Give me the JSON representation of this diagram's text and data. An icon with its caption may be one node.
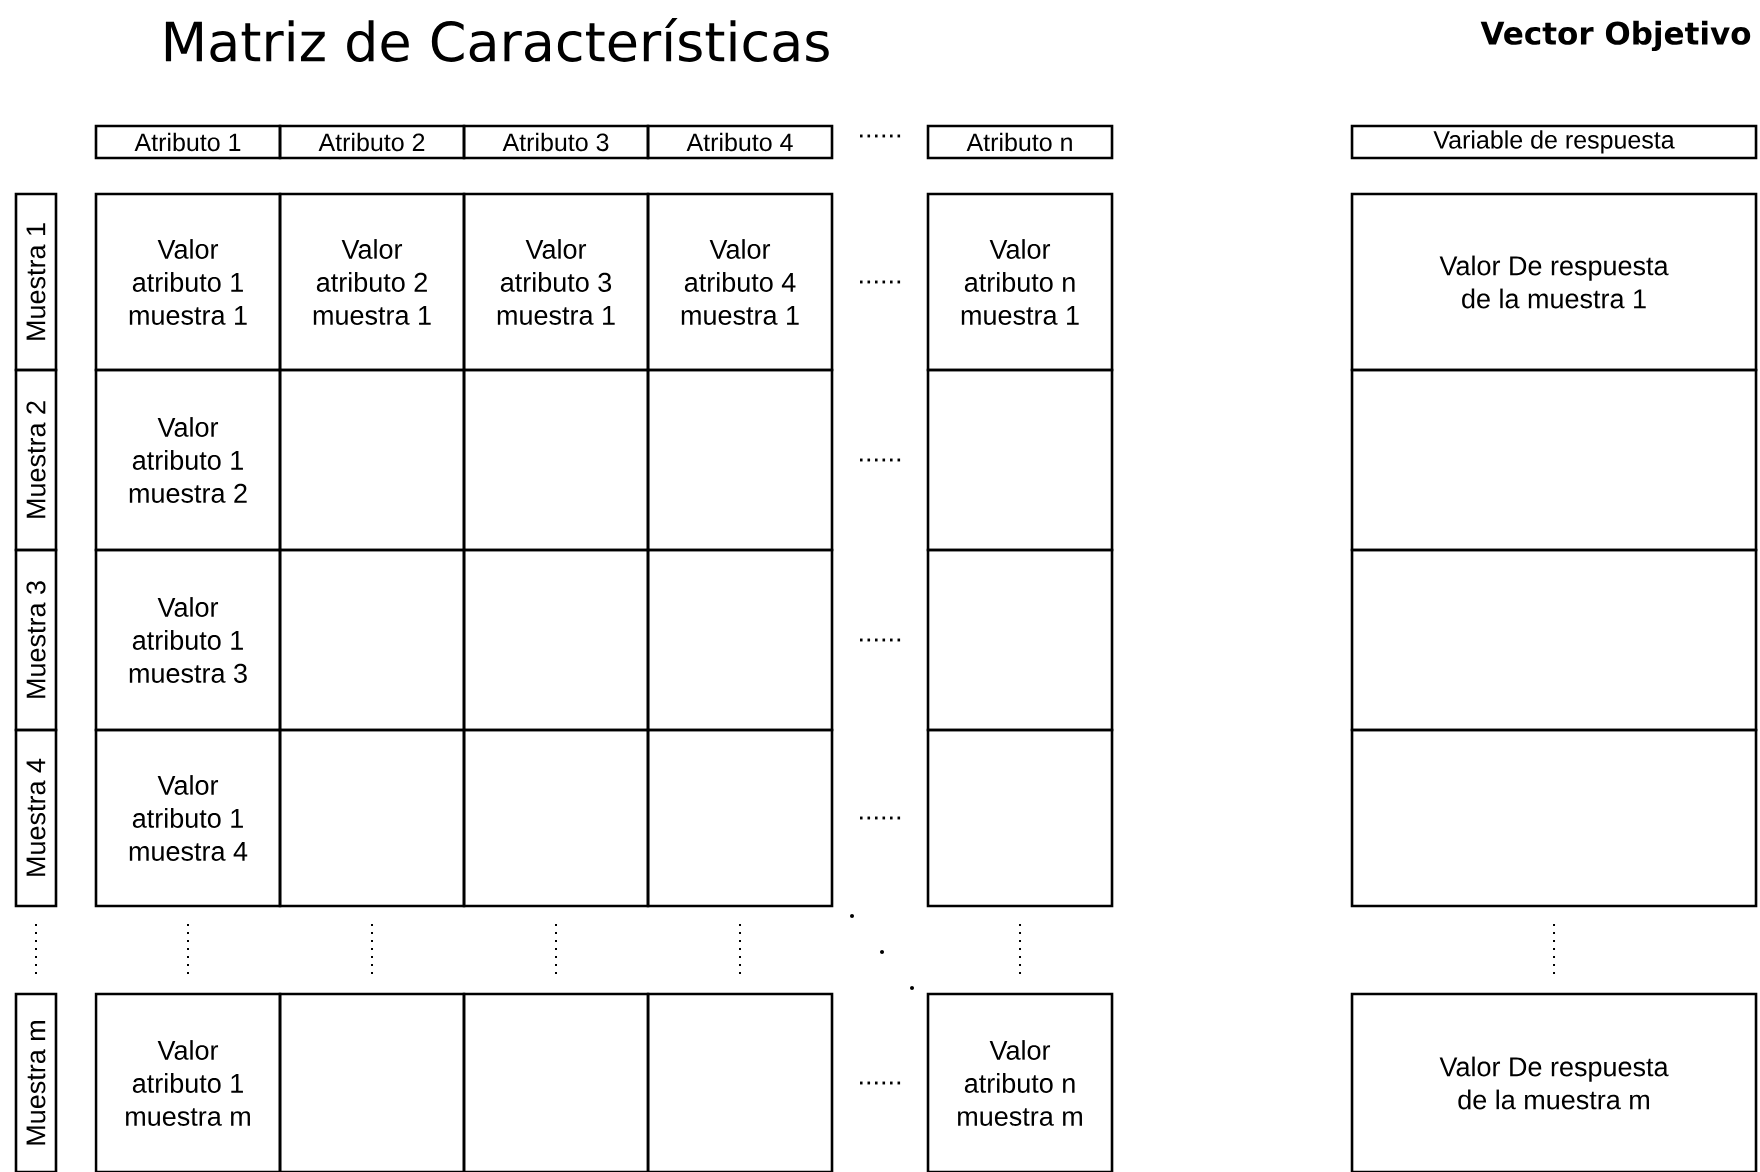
{
  "diagram": {
    "title": "Matriz de Características",
    "nodes": [
      {
        "text": [
          "Atributo 1"
        ]
      },
      {
        "text": [
          "Atributo 2"
        ]
      },
      {
        "text": [
          "Atributo 3"
        ]
      },
      {
        "text": [
          "Atributo 4"
        ]
      },
      {
        "text": [
          "Atributo n"
        ]
      },
      {
        "text": [
          "Variable de respuesta"
        ]
      },
      {
        "text": [
          "Muestra 1"
        ]
      },
      {
        "text": [
          "Valor atributo 1 muestra 1"
        ]
      },
      {
        "text": [
          "Valor atributo 2 muestra 1"
        ]
      },
      {
        "text": [
          "Valor atributo 3 muestra 1"
        ]
      },
      {
        "text": [
          "Valor atributo 4 muestra 1"
        ]
      },
      {
        "text": [
          "Valor atributo n muestra 1"
        ]
      },
      {
        "text": [
          "Valor De respuesta de la muestra 1"
        ]
      },
      {
        "text": [
          "Muestra 2"
        ]
      },
      {
        "text": [
          "Valor atributo 1 muestra 2"
        ]
      },
      {
        "text": [],
        "shape": "box"
      },
      {
        "text": [],
        "shape": "box"
      },
      {
        "text": [],
        "shape": "box"
      },
      {
        "text": [],
        "shape": "box"
      },
      {
        "text": [],
        "shape": "box"
      },
      {
        "text": [
          "Muestra 3"
        ]
      },
      {
        "text": [
          "Valor atributo 1 muestra 3"
        ]
      },
      {
        "text": [],
        "shape": "box"
      },
      {
        "text": [],
        "shape": "box"
      },
      {
        "text": [],
        "shape": "box"
      },
      {
        "text": [],
        "shape": "box"
      },
      {
        "text": [],
        "shape": "box"
      },
      {
        "text": [
          "Muestra 4"
        ]
      },
      {
        "text": [
          "Valor atributo 1 muestra 4"
        ]
      },
      {
        "text": [],
        "shape": "box"
      },
      {
        "text": [],
        "shape": "box"
      },
      {
        "text": [],
        "shape": "box"
      },
      {
        "text": [],
        "shape": "box"
      },
      {
        "text": [],
        "shape": "box"
      },
      {
        "text": [
          "Muestra m"
        ]
      },
      {
        "text": [
          "Valor atributo 1 muestra m"
        ]
      },
      {
        "text": [],
        "shape": "box"
      },
      {
        "text": [],
        "shape": "box"
      },
      {
        "text": [],
        "shape": "box"
      },
      {
        "text": [
          "Valor atributo n muestra m"
        ]
      },
      {
        "text": [
          "Valor De respuesta de la muestra m"
        ]
      }
    ],
    "labels": [
      "Vector Objetivo",
      "......",
      "......",
      "......",
      "......",
      "......",
      "......"
    ]
  }
}
